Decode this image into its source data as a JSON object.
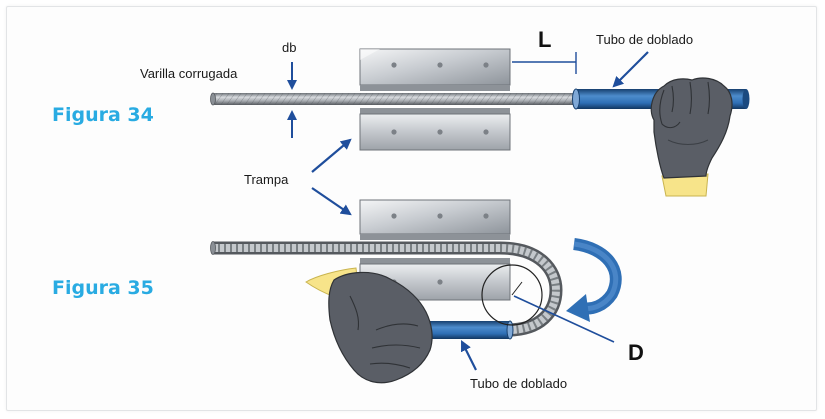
{
  "labels": {
    "figure_34": "Figura 34",
    "figure_35": "Figura 35",
    "db": "db",
    "varilla": "Varilla corrugada",
    "trampa": "Trampa",
    "tubo_top": "Tubo de doblado",
    "tubo_bottom": "Tubo de doblado",
    "L": "L",
    "D": "D"
  },
  "colors": {
    "figure_label": "#29abe2",
    "arrow_blue": "#1f4e9c",
    "bending_tube": "#2f6fb5",
    "glove": "#5a5e66",
    "cuff": "#f7e48a",
    "clamp_plate": "#c9ccd0"
  },
  "icons": {
    "clamp": "vise-clamp-icon",
    "hand": "gloved-hand-icon",
    "rotation": "curved-rotation-arrow-icon"
  }
}
